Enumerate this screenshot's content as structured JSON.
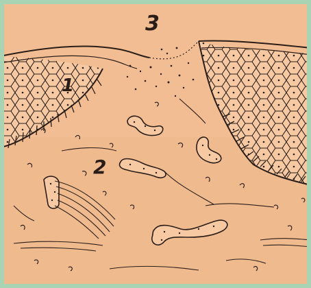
{
  "figure": {
    "markers": [
      "1",
      "2",
      "3"
    ],
    "colors": {
      "frame": "#a8d4b4",
      "paper": "#f2bd93",
      "ink": "#2a1d18",
      "epithelium_fill": "#f6c9a3"
    }
  }
}
